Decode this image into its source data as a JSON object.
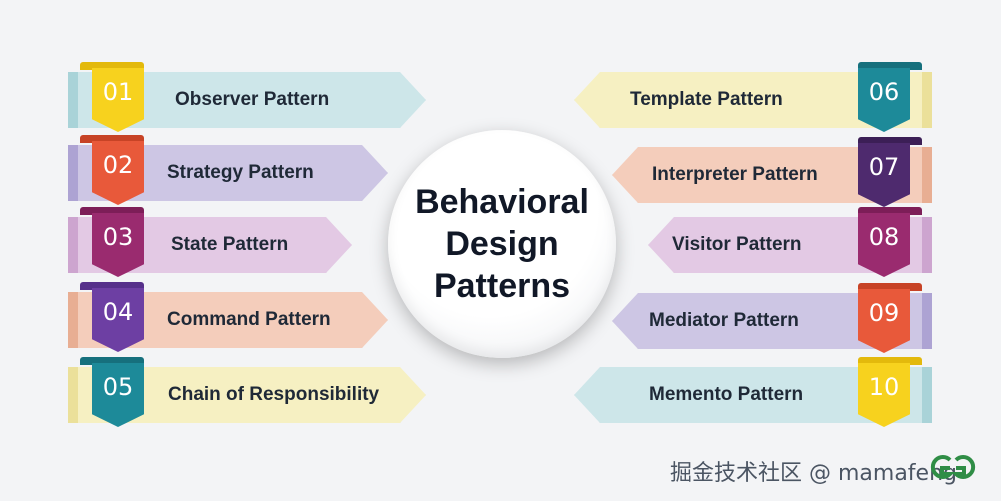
{
  "center": {
    "line1": "Behavioral",
    "line2": "Design",
    "line3": "Patterns"
  },
  "left": [
    {
      "num": "01",
      "label": "Observer Pattern",
      "banner": "#cde6e9",
      "strip": "#a9d3d8",
      "tag": "#f7d21e",
      "fold": "#e3b90c"
    },
    {
      "num": "02",
      "label": "Strategy Pattern",
      "banner": "#cdc6e4",
      "strip": "#ada3d3",
      "tag": "#e8593a",
      "fold": "#c74326"
    },
    {
      "num": "03",
      "label": "State Pattern",
      "banner": "#e3c9e4",
      "strip": "#cda5cf",
      "tag": "#9a2b6f",
      "fold": "#7d1e58"
    },
    {
      "num": "04",
      "label": "Command Pattern",
      "banner": "#f4cdbb",
      "strip": "#e8ae93",
      "tag": "#6d3fa3",
      "fold": "#56308a"
    },
    {
      "num": "05",
      "label": "Chain of Responsibility",
      "banner": "#f6f0c2",
      "strip": "#ebe09a",
      "tag": "#1d8a99",
      "fold": "#16707d"
    }
  ],
  "right": [
    {
      "num": "06",
      "label": "Template Pattern",
      "banner": "#f6f0c2",
      "strip": "#ebe09a",
      "tag": "#1d8a99",
      "fold": "#16707d"
    },
    {
      "num": "07",
      "label": "Interpreter Pattern",
      "banner": "#f4cdbb",
      "strip": "#e8ae93",
      "tag": "#4e2a6e",
      "fold": "#3c1f56"
    },
    {
      "num": "08",
      "label": "Visitor Pattern",
      "banner": "#e3c9e4",
      "strip": "#cda5cf",
      "tag": "#9a2b6f",
      "fold": "#7d1e58"
    },
    {
      "num": "09",
      "label": "Mediator Pattern",
      "banner": "#cdc6e4",
      "strip": "#ada3d3",
      "tag": "#e8593a",
      "fold": "#c74326"
    },
    {
      "num": "10",
      "label": "Memento Pattern",
      "banner": "#cde6e9",
      "strip": "#a9d3d8",
      "tag": "#f7d21e",
      "fold": "#e3b90c"
    }
  ],
  "watermark": "掘金技术社区 @ mamafeng",
  "logo_color": "#2f8d46"
}
